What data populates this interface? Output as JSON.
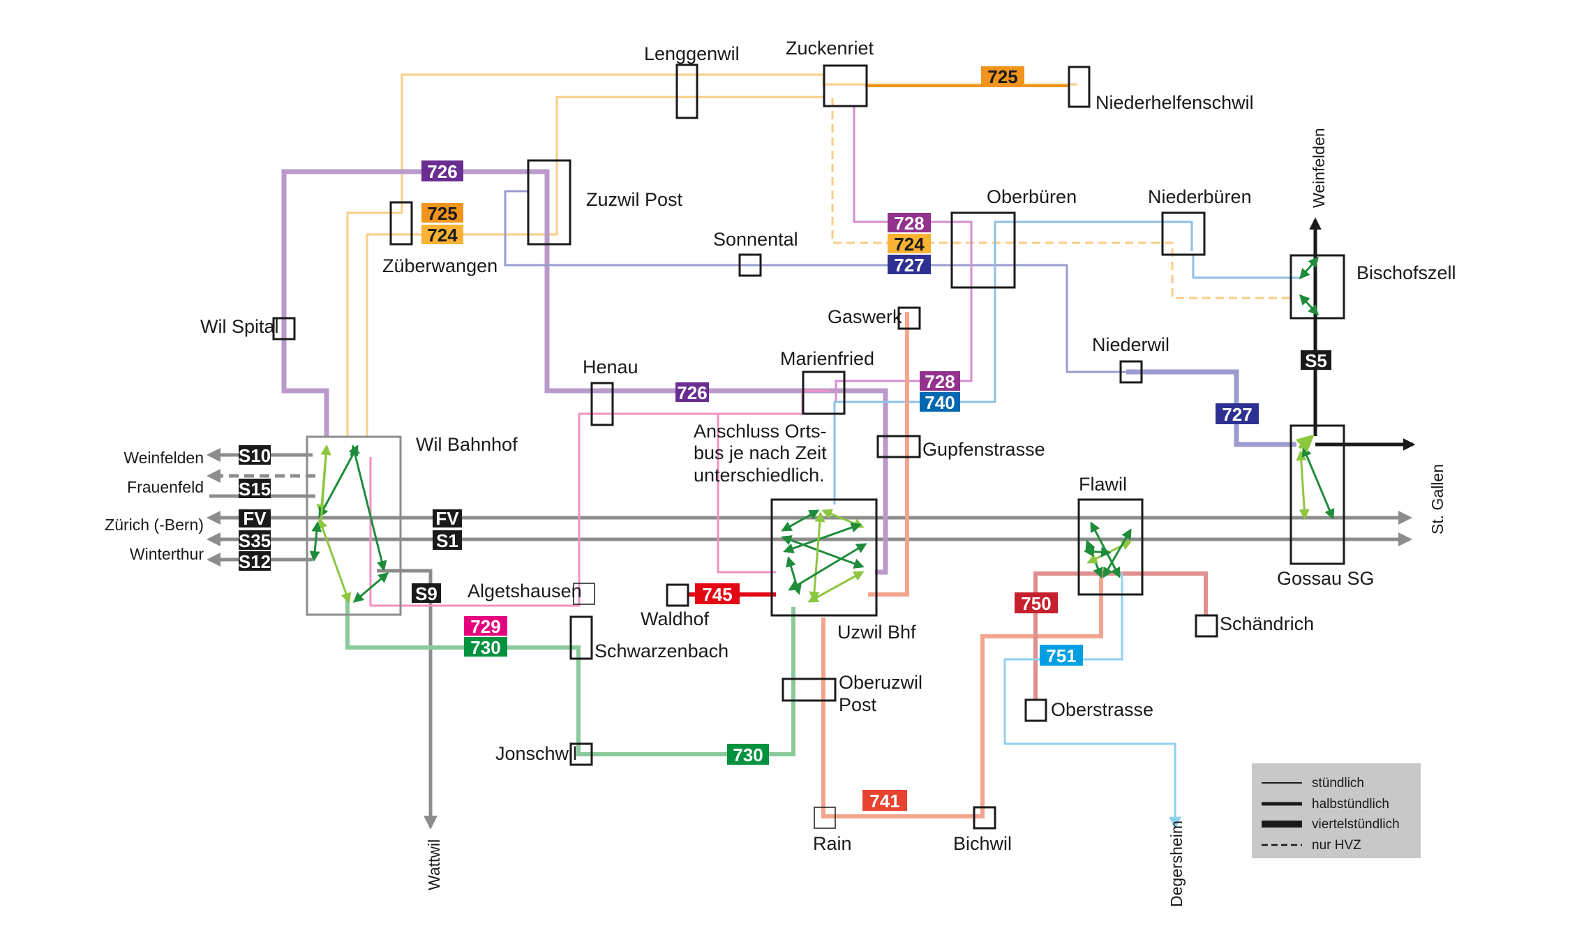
{
  "stations": {
    "lenggenwil": "Lenggenwil",
    "zuckenriet": "Zuckenriet",
    "niederhelfenschwil": "Niederhelfenschwil",
    "zuzwil_post": "Zuzwil Post",
    "zuberwangen": "Züberwangen",
    "sonnental": "Sonnental",
    "oberburen": "Oberbüren",
    "niederburen": "Niederbüren",
    "bischofszell": "Bischofszell",
    "wil_spital": "Wil Spital",
    "gaswerk": "Gaswerk",
    "niederwil": "Niederwil",
    "henau": "Henau",
    "marienfried": "Marienfried",
    "gupfenstrasse": "Gupfenstrasse",
    "wil_bahnhof": "Wil Bahnhof",
    "flawil": "Flawil",
    "gossau_sg": "Gossau SG",
    "algetshausen": "Algetshausen",
    "waldhof": "Waldhof",
    "uzwil_bhf": "Uzwil Bhf",
    "schwarzenbach": "Schwarzenbach",
    "schandrich": "Schändrich",
    "oberuzwil_post_1": "Oberuzwil",
    "oberuzwil_post_2": "Post",
    "oberstrasse": "Oberstrasse",
    "jonschwil": "Jonschwil",
    "rain": "Rain",
    "bichwil": "Bichwil"
  },
  "destinations": {
    "weinfelden_left": "Weinfelden",
    "frauenfeld": "Frauenfeld",
    "zurich_bern": "Zürich (-Bern)",
    "winterthur": "Winterthur",
    "wattwil": "Wattwil",
    "degersheim": "Degersheim",
    "st_gallen": "St. Gallen",
    "weinfelden_top": "Weinfelden"
  },
  "note": {
    "line1": "Anschluss Orts-",
    "line2": "bus je nach Zeit",
    "line3": "unterschiedlich."
  },
  "lines": {
    "s10": "S10",
    "s15": "S15",
    "fv_left": "FV",
    "s35": "S35",
    "s12": "S12",
    "fv_mid": "FV",
    "s1": "S1",
    "s9": "S9",
    "s5": "S5",
    "b725_top": "725",
    "b726_top": "726",
    "b725_mid": "725",
    "b724_mid": "724",
    "b728_top": "728",
    "b724_right": "724",
    "b727_top": "727",
    "b726_mid": "726",
    "b728_mid": "728",
    "b740": "740",
    "b727_right": "727",
    "b745": "745",
    "b729": "729",
    "b730_top": "730",
    "b730_bottom": "730",
    "b750": "750",
    "b751": "751",
    "b741": "741"
  },
  "colors": {
    "train": "#8c8c8c",
    "rail_label": "#1a1a1a",
    "line_724_725_light": "#f9cd85",
    "line_725": "#f0941e",
    "line_726": "#6a2d91",
    "line_726_light": "#b99acb",
    "line_727": "#2e3192",
    "line_727_light": "#9b9bd0",
    "line_728": "#93328e",
    "line_728_light": "#d68ecf",
    "line_729": "#e6007e",
    "line_729_light": "#f190c4",
    "line_730": "#00923f",
    "line_730_light": "#8ac99b",
    "line_740": "#0067b1",
    "line_740_light": "#8fbfe6",
    "line_741": "#e8432e",
    "line_741_light": "#f2a58c",
    "line_745": "#e30613",
    "line_750": "#c5202e",
    "line_750_light": "#e08e8f",
    "line_751": "#009fe3",
    "line_751_light": "#8fd2f0",
    "arrow_dark": "#1e8c3a",
    "arrow_light": "#8dc63f",
    "legend_bg": "#c8c8c8"
  },
  "icons": {
    "train_arrow": "arrowhead-icon",
    "transfer_arrow": "double-arrow-icon"
  },
  "legend": {
    "hourly": "stündlich",
    "half_hourly": "halbstündlich",
    "quarter_hourly": "viertelstündlich",
    "peak_only": "nur HVZ"
  }
}
